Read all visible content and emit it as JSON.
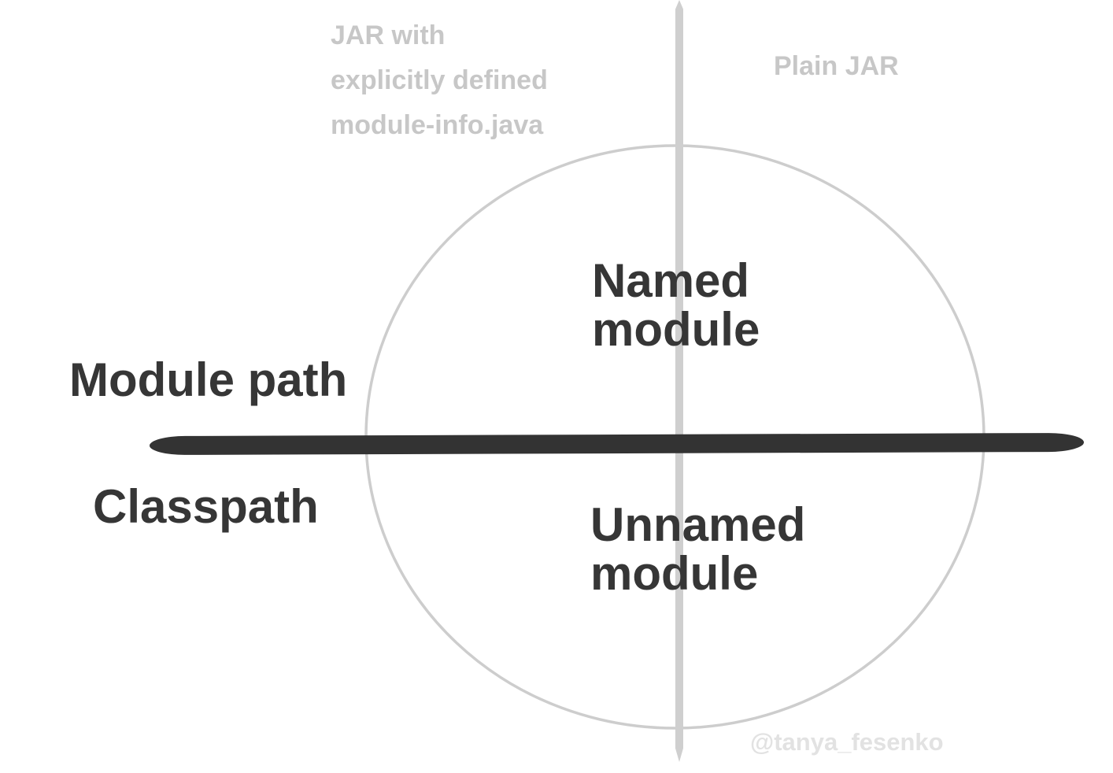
{
  "diagram": {
    "title_context": "Java JAR / module quadrant diagram",
    "labels": {
      "top_left_jar": "JAR with\nexplicitly defined\nmodule-info.java",
      "top_right_jar": "Plain JAR",
      "inside_top": "Named\nmodule",
      "inside_bottom": "Unnamed\nmodule",
      "axis_upper": "Module path",
      "axis_lower": "Classpath"
    },
    "watermark": "@tanya_fesenko",
    "colors": {
      "background": "#ffffff",
      "dark_text": "#363636",
      "gray_text": "#c7c7c7",
      "watermark_text": "#e2e2e2",
      "horizontal_axis": "#333333",
      "vertical_divider": "#cfcfcf",
      "circle_stroke": "#cdcdcd"
    }
  }
}
